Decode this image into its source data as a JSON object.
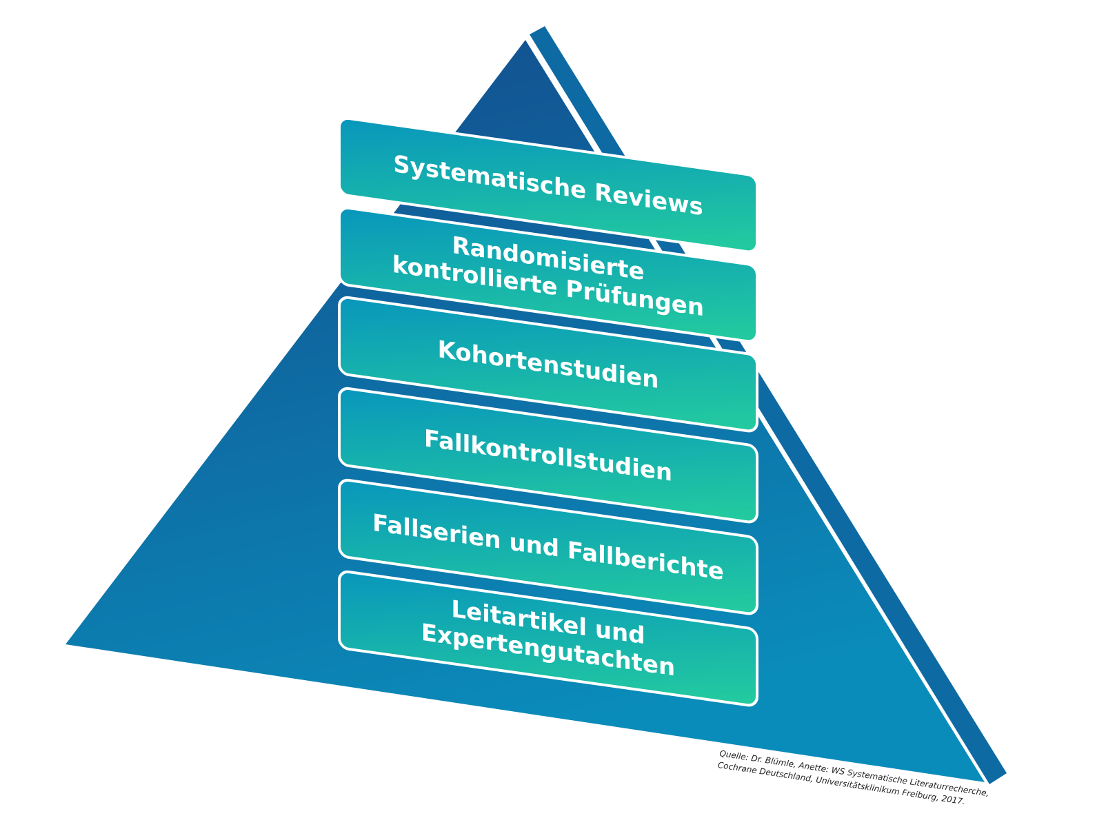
{
  "levels": [
    {
      "lines": [
        "Systematische Reviews"
      ]
    },
    {
      "lines": [
        "Randomisierte",
        "kontrollierte Prüfungen"
      ]
    },
    {
      "lines": [
        "Kohortenstudien"
      ]
    },
    {
      "lines": [
        "Fallkontrollstudien"
      ]
    },
    {
      "lines": [
        "Fallserien und Fallberichte"
      ]
    },
    {
      "lines": [
        "Leitartikel und",
        "Expertengutachten"
      ]
    }
  ],
  "source": {
    "line1": "Quelle: Dr. Blümle, Anette: WS Systematische Literaturrecherche,",
    "line2": "Cochrane Deutschland, Universitätsklinikum Freiburg, 2017."
  },
  "colors": {
    "pyramid_top": "#134b8c",
    "pyramid_bottom": "#0a8cba",
    "box_start": "#0896bc",
    "box_end": "#24cc9e"
  }
}
